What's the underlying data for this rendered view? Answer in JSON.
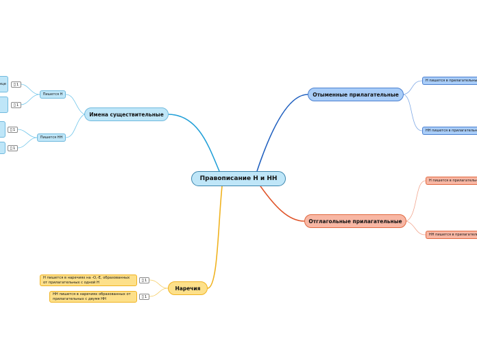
{
  "root": {
    "label": "Правописание Н и НН"
  },
  "branches": {
    "nouns": {
      "label": "Имена существительные",
      "color": "#22a0d8"
    },
    "denominal": {
      "label": "Отыменные прилагательные",
      "color": "#1f5fbf"
    },
    "verbal": {
      "label": "Отглагольные прилагательные",
      "color": "#e0552a"
    },
    "adverbs": {
      "label": "Наречия",
      "color": "#f0b21e"
    }
  },
  "nouns_children": {
    "single_n": {
      "label": "Пишется Н"
    },
    "double_n": {
      "label": "Пишется НН"
    }
  },
  "denominal_children": [
    {
      "label": "Н пишется в прилагательных"
    },
    {
      "label": "НН пишется в прилагательных"
    }
  ],
  "verbal_children": [
    {
      "label": "Н пишется в прилагательных"
    },
    {
      "label": "НН пишется в прилагательных"
    }
  ],
  "adverbs_children": [
    {
      "label": "Н пишется в наречиях на -О,-Е, образованных от прилагательных с одной Н",
      "badge": "1"
    },
    {
      "label": "НН пишется в наречиях образованных от прилагательных с двумя НН",
      "badge": "1"
    }
  ],
  "left_edge_notes": [
    {
      "label": "ице",
      "badge": "1"
    },
    {
      "label": "",
      "badge": "1"
    },
    {
      "label": "",
      "badge": "1"
    },
    {
      "label": "",
      "badge": "1"
    }
  ],
  "badge_icon": "comment-icon"
}
